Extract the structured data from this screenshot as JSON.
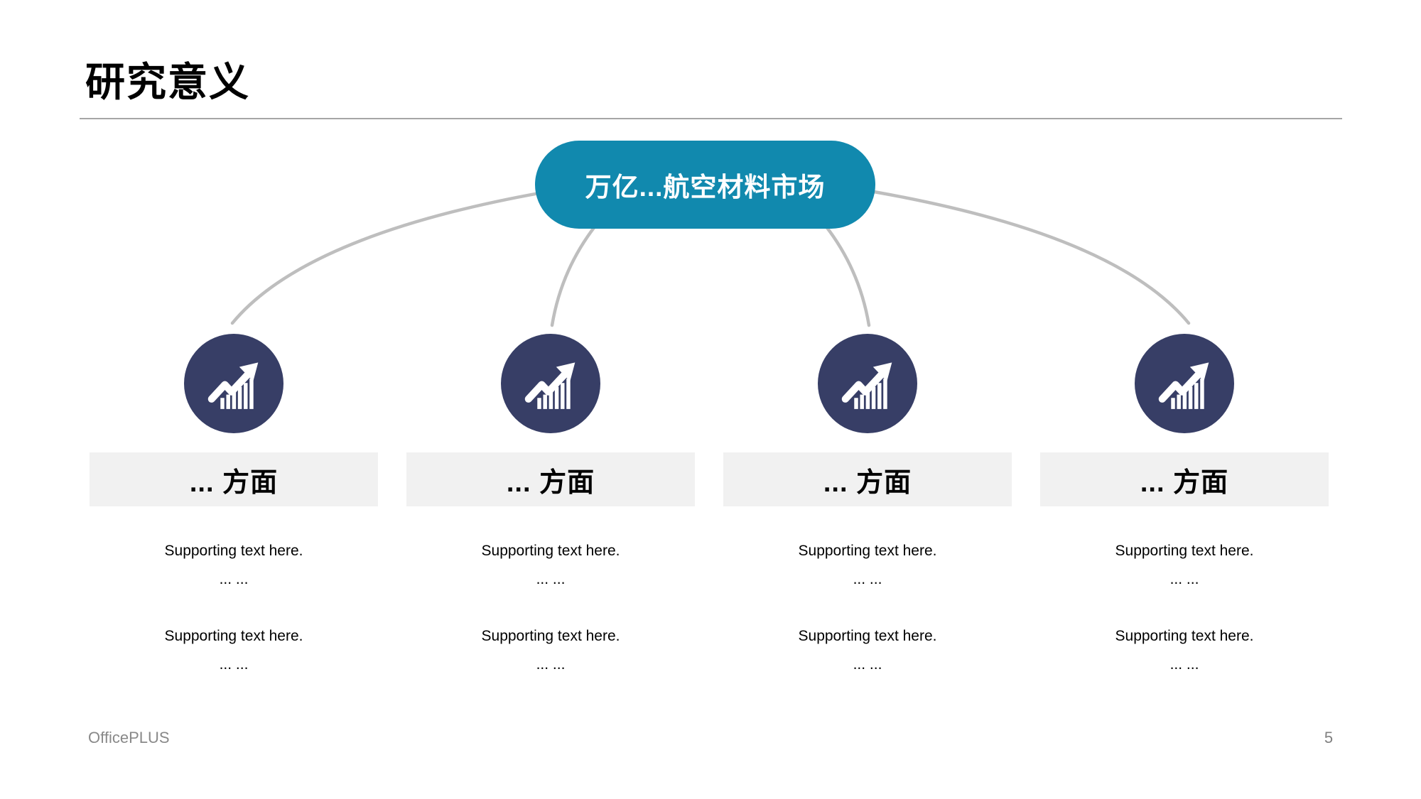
{
  "header": {
    "title": "研究意义"
  },
  "root_node": {
    "label": "万亿...航空材料市场"
  },
  "columns": [
    {
      "heading": "... 方面",
      "icon": "growth-chart-icon",
      "paragraphs": [
        {
          "line1": "Supporting text here.",
          "line2": "... ..."
        },
        {
          "line1": "Supporting text here.",
          "line2": "... ..."
        }
      ]
    },
    {
      "heading": "... 方面",
      "icon": "growth-chart-icon",
      "paragraphs": [
        {
          "line1": "Supporting text here.",
          "line2": "... ..."
        },
        {
          "line1": "Supporting text here.",
          "line2": "... ..."
        }
      ]
    },
    {
      "heading": "... 方面",
      "icon": "growth-chart-icon",
      "paragraphs": [
        {
          "line1": "Supporting text here.",
          "line2": "... ..."
        },
        {
          "line1": "Supporting text here.",
          "line2": "... ..."
        }
      ]
    },
    {
      "heading": "... 方面",
      "icon": "growth-chart-icon",
      "paragraphs": [
        {
          "line1": "Supporting text here.",
          "line2": "... ..."
        },
        {
          "line1": "Supporting text here.",
          "line2": "... ..."
        }
      ]
    }
  ],
  "footer": {
    "brand": "OfficePLUS",
    "page_number": "5"
  },
  "colors": {
    "accent_teal": "#1189ae",
    "node_navy": "#373e66",
    "connector_gray": "#bebebe",
    "heading_bar_gray": "#f1f1f1",
    "title_rule_gray": "#a6a6a6"
  }
}
